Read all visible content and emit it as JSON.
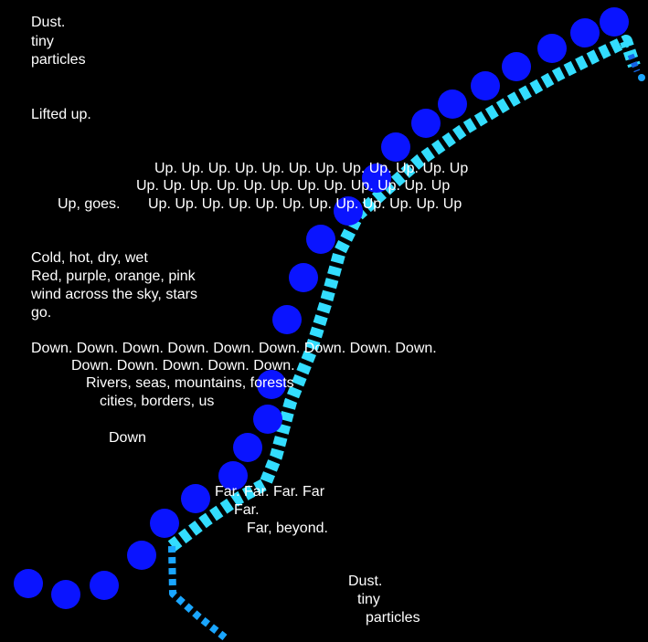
{
  "colors": {
    "background": "#000000",
    "text": "#ffffff",
    "dot": "#0a14ff",
    "dash_light": "#33ddff",
    "dash_mid": "#1aa6ff",
    "dash_dark": "#1565e6"
  },
  "poem": {
    "dust_top": [
      "Dust.",
      "tiny",
      "particles"
    ],
    "lifted": "Lifted up.",
    "up_row_1": "Up. Up. Up. Up. Up. Up. Up. Up. Up. Up. Up. Up",
    "up_row_2": "Up. Up. Up. Up. Up. Up. Up. Up. Up. Up. Up. Up",
    "up_goes": "Up, goes.",
    "up_row_3": "Up. Up. Up. Up. Up. Up. Up. Up. Up. Up. Up. Up",
    "weather": [
      "Cold, hot, dry, wet",
      "Red, purple, orange, pink",
      "wind across the sky, stars",
      "go."
    ],
    "down_row_1": "Down. Down. Down. Down. Down. Down. Down. Down. Down.",
    "down_row_2": "Down. Down. Down. Down. Down.",
    "earth": [
      "Rivers, seas, mountains, forests",
      "cities, borders, us"
    ],
    "down_single": "Down",
    "far_row_1": "Far. Far. Far. Far",
    "far_row_2": "Far.",
    "far_beyond": "Far, beyond.",
    "dust_bottom": [
      "Dust.",
      "tiny",
      "particles"
    ]
  }
}
